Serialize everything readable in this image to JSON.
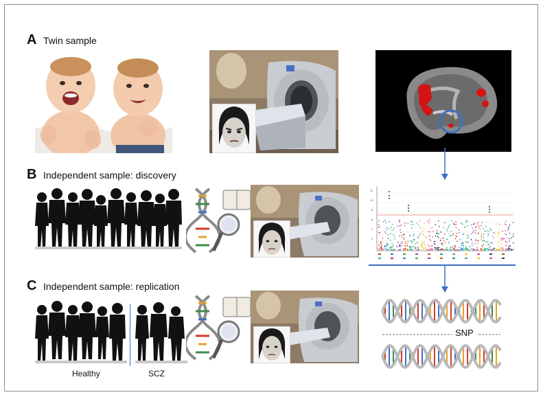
{
  "panels": [
    {
      "letter": "A",
      "title": "Twin sample"
    },
    {
      "letter": "B",
      "title": "Independent sample: discovery"
    },
    {
      "letter": "C",
      "title": "Independent sample: replication"
    }
  ],
  "groups": {
    "healthy": "Healthy",
    "scz": "SCZ"
  },
  "dna": {
    "snp_label": "SNP"
  },
  "colors": {
    "arrow": "#3d6fc4",
    "brain_activation": "#d41414",
    "gwas_threshold": "#e89a9a"
  }
}
